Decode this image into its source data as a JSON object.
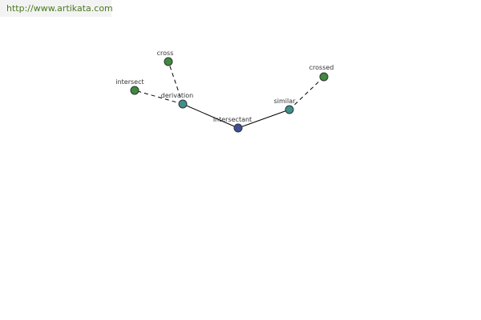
{
  "banner": {
    "url_text": "http://www.artikata.com",
    "text_color": "#4a7a1e"
  },
  "graph": {
    "nodes": [
      {
        "id": "intersectant",
        "label": "intersectant",
        "color": "#3e4f9a"
      },
      {
        "id": "derivation",
        "label": "derivation",
        "color": "#3f8f8a"
      },
      {
        "id": "similar",
        "label": "similar",
        "color": "#3f8f8a"
      },
      {
        "id": "cross",
        "label": "cross",
        "color": "#3e8a3e"
      },
      {
        "id": "intersect",
        "label": "intersect",
        "color": "#3e8a3e"
      },
      {
        "id": "crossed",
        "label": "crossed",
        "color": "#3e8a3e"
      }
    ],
    "edges": [
      {
        "from": "intersectant",
        "to": "derivation",
        "style": "solid"
      },
      {
        "from": "intersectant",
        "to": "similar",
        "style": "solid"
      },
      {
        "from": "derivation",
        "to": "cross",
        "style": "dashed"
      },
      {
        "from": "derivation",
        "to": "intersect",
        "style": "dashed"
      },
      {
        "from": "similar",
        "to": "crossed",
        "style": "dashed"
      }
    ]
  }
}
